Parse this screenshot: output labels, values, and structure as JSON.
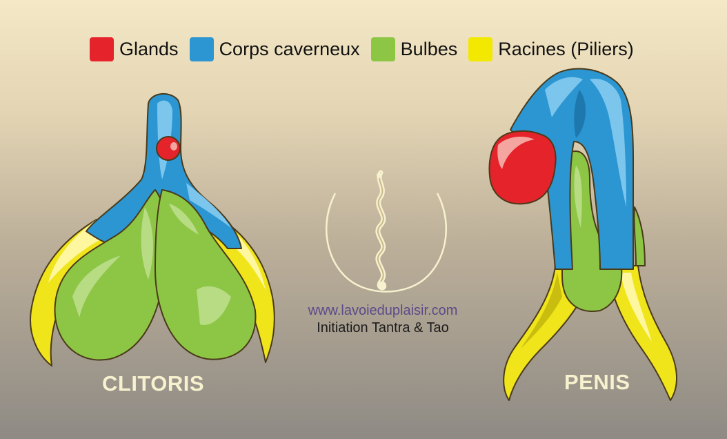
{
  "legend": [
    {
      "label": "Glands",
      "color": "#e5232b"
    },
    {
      "label": "Corps caverneux",
      "color": "#2b96d1"
    },
    {
      "label": "Bulbes",
      "color": "#8dc545"
    },
    {
      "label": "Racines (Piliers)",
      "color": "#f2e800"
    }
  ],
  "logo": {
    "url": "www.lavoieduplaisir.com",
    "tagline": "Initiation Tantra & Tao",
    "icon": "spiral-logo-icon"
  },
  "figures": {
    "left_label": "CLITORIS",
    "right_label": "PENIS"
  }
}
